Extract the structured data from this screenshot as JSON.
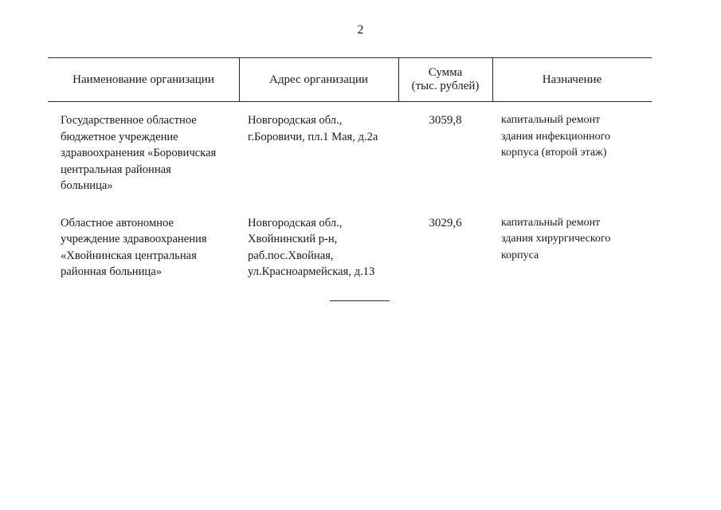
{
  "document": {
    "page_number": "2"
  },
  "table": {
    "headers": [
      "Наименование организации",
      "Адрес организации",
      "Сумма\n(тыс. рублей)",
      "Назначение"
    ],
    "header_sum_line1": "Сумма",
    "header_sum_line2": "(тыс. рублей)",
    "rows": [
      {
        "organization": "Государственное областное бюджетное учреждение здравоохранения «Боровичская центральная районная больница»",
        "organization_lines": [
          "Государственное областное",
          "бюджетное учреждение",
          "здравоохранения «Боровичская",
          "центральная районная",
          "больница»"
        ],
        "address": "Новгородская обл., г.Боровичи, пл.1 Мая, д.2а",
        "address_lines": [
          "Новгородская обл.,",
          "г.Боровичи, пл.1 Мая, д.2а"
        ],
        "amount": "3059,8",
        "purpose": "капитальный ремонт здания инфекционного корпуса (второй этаж)",
        "purpose_lines": [
          "капитальный ремонт",
          "здания инфекционного",
          "корпуса (второй этаж)"
        ]
      },
      {
        "organization": "Областное автономное учреждение здравоохранения «Хвойнинская центральная районная больница»",
        "organization_lines": [
          "Областное автономное",
          "учреждение здравоохранения",
          "«Хвойнинская центральная",
          "районная больница»"
        ],
        "address": "Новгородская обл., Хвойнинский р-н, раб.пос.Хвойная, ул.Красноармейская, д.13",
        "address_lines": [
          "Новгородская обл.,",
          "Хвойнинский р-н,",
          "раб.пос.Хвойная,",
          "ул.Красноармейская, д.13"
        ],
        "amount": "3029,6",
        "purpose": "капитальный ремонт здания хирургического корпуса",
        "purpose_lines": [
          "капитальный ремонт",
          "здания хирургического",
          "корпуса"
        ]
      }
    ]
  }
}
